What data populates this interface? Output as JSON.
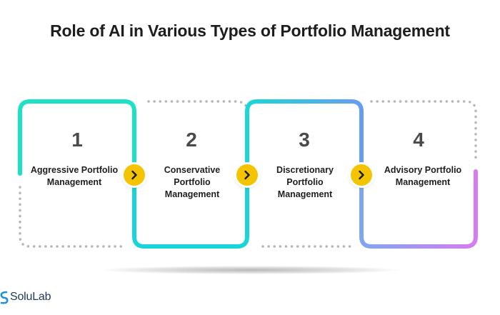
{
  "title": "Role of AI in Various Types of Portfolio Management",
  "steps": [
    {
      "number": "1",
      "label": "Aggressive Portfolio Management"
    },
    {
      "number": "2",
      "label": "Conservative Portfolio Management"
    },
    {
      "number": "3",
      "label": "Discretionary Portfolio Management"
    },
    {
      "number": "4",
      "label": "Advisory Portfolio Management"
    }
  ],
  "icons": {
    "step_arrow": "chevron-right-icon",
    "brand": "solulab-logo-icon"
  },
  "colors": {
    "cyan": "#19d9c9",
    "blue": "#52b6f2",
    "purple": "#d57bf3",
    "dots": "#b7b7b7",
    "arrow_fill": "#f5c400"
  },
  "footer": {
    "brand": "SoluLab"
  }
}
